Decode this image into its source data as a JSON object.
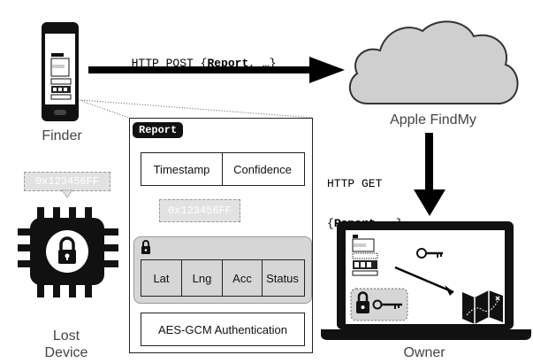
{
  "http_post": {
    "prefix": "HTTP POST {",
    "bold": "Report",
    "suffix": ", …}"
  },
  "http_get": {
    "line1": "HTTP GET",
    "prefix": "{",
    "bold": "Report",
    "suffix": ", …}"
  },
  "labels": {
    "finder": "Finder",
    "cloud": "Apple FindMy",
    "lost_line1": "Lost",
    "lost_line2": "Device",
    "owner": "Owner"
  },
  "report": {
    "tag": "Report",
    "timestamp": "Timestamp",
    "confidence": "Confidence",
    "id": "0x123456FF",
    "encrypted_fields": [
      "Lat",
      "Lng",
      "Acc",
      "Status"
    ],
    "auth": "AES-GCM Authentication"
  },
  "device_id": "0x123456FF"
}
